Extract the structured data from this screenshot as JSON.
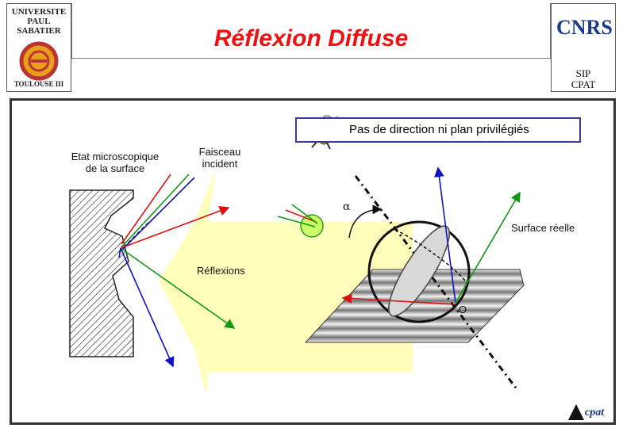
{
  "header": {
    "title": "Réflexion Diffuse",
    "univ_logo": {
      "line1": "UNIVERSITE",
      "line2": "PAUL",
      "line3": "SABATIER",
      "line4": "TOULOUSE III"
    },
    "cnrs_logo": "CNRS",
    "sip": "SIP",
    "cpat": "CPAT"
  },
  "diagram": {
    "callout": "Pas de direction ni plan privilégiés",
    "label_microscopic": [
      "Etat microscopique",
      "de la surface"
    ],
    "label_incident": [
      "Faisceau",
      "incident"
    ],
    "label_reflections": "Réflexions",
    "label_alpha": "α",
    "label_surface": "Surface réelle",
    "label_origin": "O",
    "footer_logo": "cpat"
  },
  "colors": {
    "title": "#ee1111",
    "beam": "#ffffbb",
    "ray_red": "#dd1111",
    "ray_green": "#119911",
    "ray_blue": "#1111cc"
  }
}
